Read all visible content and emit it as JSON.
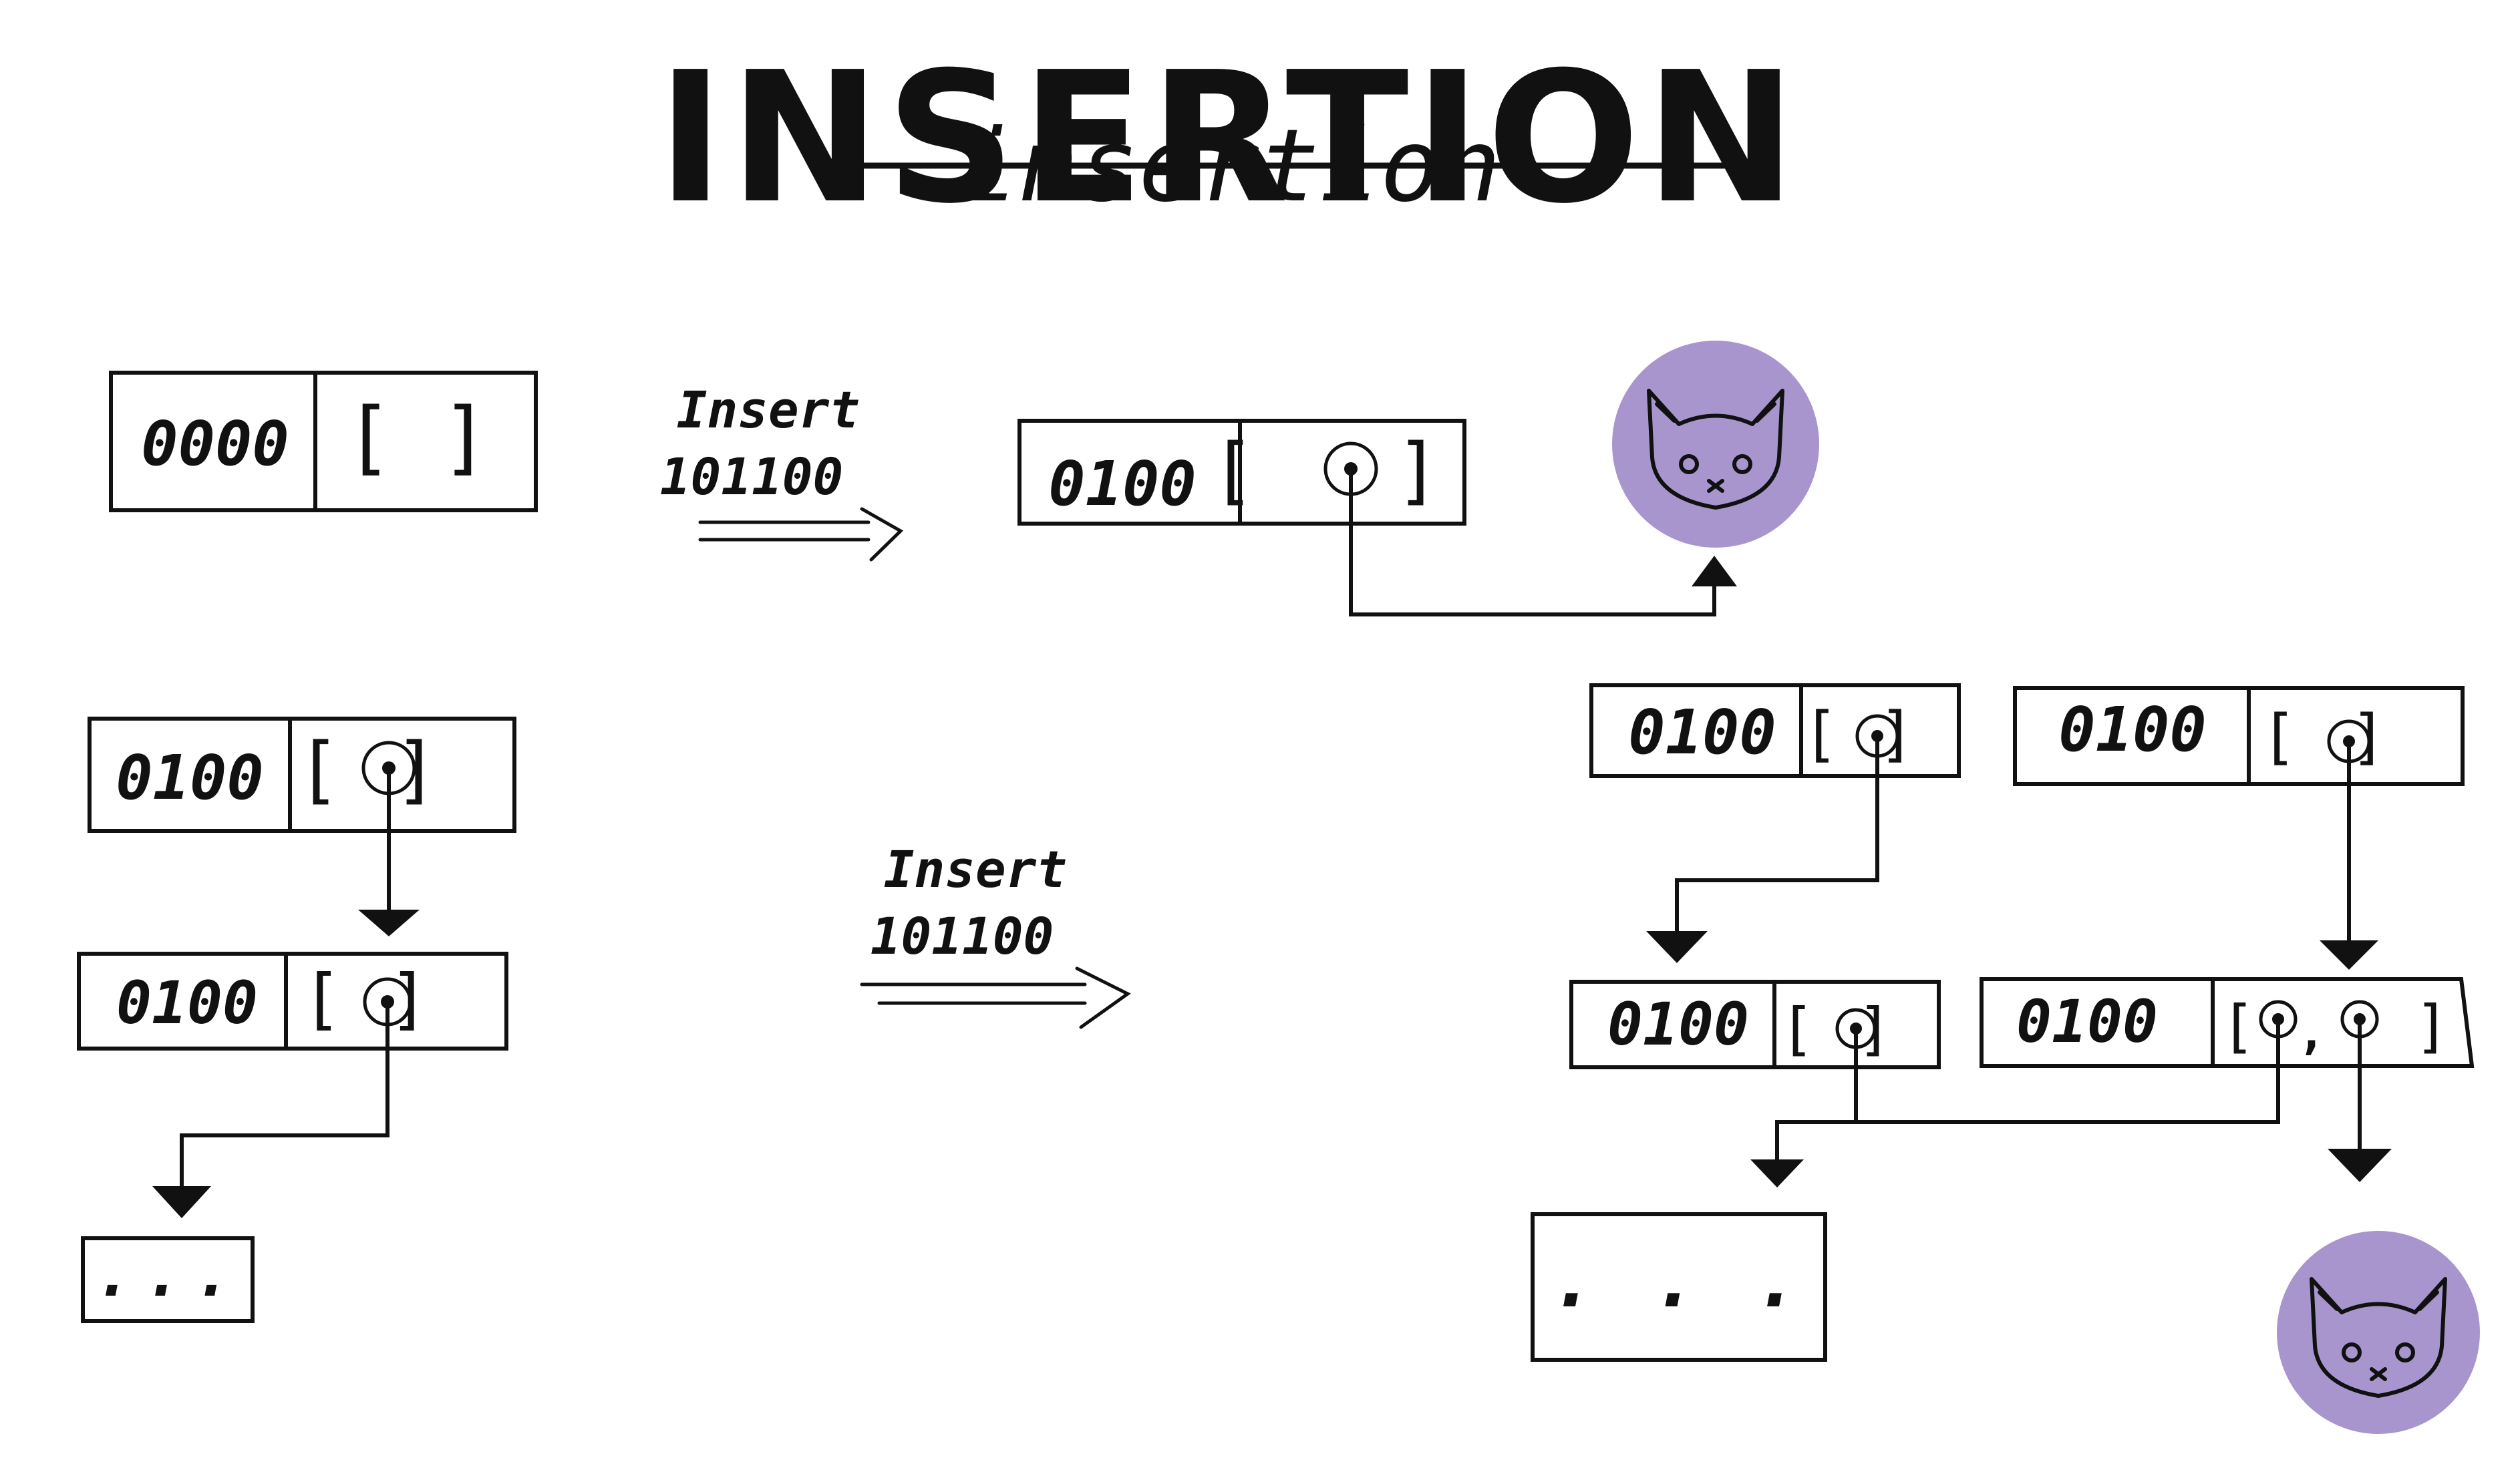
{
  "colors": {
    "title_bg": "#a5d3b3",
    "cat_bg": "#a895ce",
    "ink": "#111111"
  },
  "title": {
    "big": "INSERTION",
    "handwritten": "insertion"
  },
  "step1": {
    "before": {
      "key": "0000",
      "children": "[ ]"
    },
    "op_label": "Insert",
    "op_value": "101100",
    "after": {
      "key": "0100",
      "children": "[ ]"
    }
  },
  "step2": {
    "before": {
      "top_key": "0100",
      "mid_key": "0100",
      "leaf": "..."
    },
    "op_label": "Insert",
    "op_value": "101100",
    "after": {
      "left_top_key": "0100",
      "right_top_key": "0100",
      "left_mid_key": "0100",
      "right_mid_key": "0100",
      "right_mid_sep": ",",
      "leaf": ". . ."
    }
  },
  "icons": {
    "cat": "cat-face-icon",
    "pointer": "pointer-dot-icon",
    "arrow": "arrow-head-icon"
  }
}
